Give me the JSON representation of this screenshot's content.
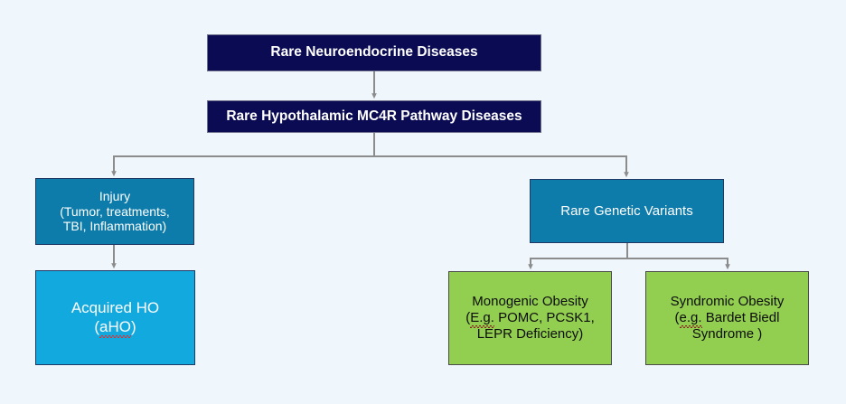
{
  "diagram": {
    "title": "Rare Neuroendocrine Diseases hierarchy",
    "background_color": "#eff7fc",
    "connector_color": "#8c8c8c",
    "nodes": {
      "top": {
        "label": "Rare Neuroendocrine Diseases",
        "fill": "#0b0b54",
        "text_color": "#ffffff"
      },
      "pathway": {
        "label": "Rare Hypothalamic MC4R Pathway Diseases",
        "fill": "#0b0b54",
        "text_color": "#ffffff"
      },
      "injury": {
        "line1": "Injury",
        "line2": "(Tumor, treatments,",
        "line3": "TBI, Inflammation)",
        "fill": "#0e7cab",
        "text_color": "#ffffff"
      },
      "acquired_ho": {
        "line1": "Acquired HO",
        "line2_open": "(",
        "line2_misspelled": "aHO",
        "line2_close": ")",
        "fill": "#12a9de",
        "text_color": "#ffffff"
      },
      "genetic": {
        "label": "Rare Genetic Variants",
        "fill": "#0e7cab",
        "text_color": "#ffffff"
      },
      "monogenic": {
        "line1": "Monogenic Obesity",
        "line2_open": "(",
        "line2_misspelled": "E.g.",
        "line2_rest": " POMC, PCSK1,",
        "line3": "LEPR Deficiency)",
        "fill": "#92ce50",
        "text_color": "#0d0d0d"
      },
      "syndromic": {
        "line1": "Syndromic Obesity",
        "line2_open": "(",
        "line2_misspelled": "e.g.",
        "line2_rest": " Bardet Biedl",
        "line3": "Syndrome )",
        "fill": "#92ce50",
        "text_color": "#0d0d0d"
      }
    }
  }
}
